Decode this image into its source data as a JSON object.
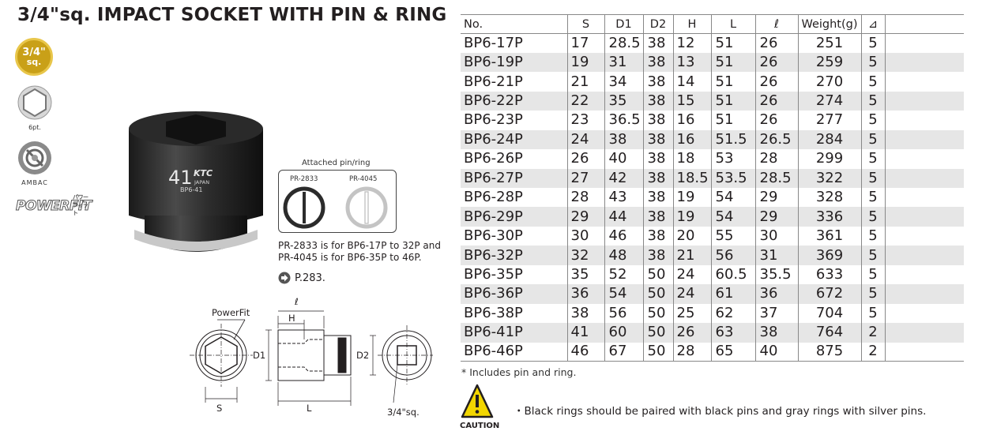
{
  "title": "3/4\"sq. IMPACT SOCKET WITH PIN & RING",
  "icons": {
    "badge_line1": "3/4\"",
    "badge_line2": "sq.",
    "hex_caption": "6pt.",
    "ambac_caption": "AMBAC",
    "powerfit_logo": "POWERFIT",
    "powerfit_sub": "パワーフィット"
  },
  "socket": {
    "size_mark": "41",
    "brand": "KTC",
    "country": "JAPAN",
    "model": "BP6-41"
  },
  "attached": {
    "label": "Attached pin/ring",
    "pin_black": "PR-2833",
    "pin_silver": "PR-4045",
    "note_line1": "PR-2833 is for BP6-17P to 32P and",
    "note_line2": "PR-4045 is for BP6-35P to 46P.",
    "page_ref": "P.283."
  },
  "drawing": {
    "powerfit": "PowerFit",
    "ell": "ℓ",
    "h": "H",
    "d1": "D1",
    "d2": "D2",
    "s": "S",
    "l": "L",
    "drive": "3/4\"sq."
  },
  "table": {
    "headers": [
      "No.",
      "S",
      "D1",
      "D2",
      "H",
      "L",
      "ℓ",
      "Weight(g)",
      "⊿"
    ],
    "rows": [
      [
        "BP6-17P",
        "17",
        "28.5",
        "38",
        "12",
        "51",
        "26",
        "251",
        "5"
      ],
      [
        "BP6-19P",
        "19",
        "31",
        "38",
        "13",
        "51",
        "26",
        "259",
        "5"
      ],
      [
        "BP6-21P",
        "21",
        "34",
        "38",
        "14",
        "51",
        "26",
        "270",
        "5"
      ],
      [
        "BP6-22P",
        "22",
        "35",
        "38",
        "15",
        "51",
        "26",
        "274",
        "5"
      ],
      [
        "BP6-23P",
        "23",
        "36.5",
        "38",
        "16",
        "51",
        "26",
        "277",
        "5"
      ],
      [
        "BP6-24P",
        "24",
        "38",
        "38",
        "16",
        "51.5",
        "26.5",
        "284",
        "5"
      ],
      [
        "BP6-26P",
        "26",
        "40",
        "38",
        "18",
        "53",
        "28",
        "299",
        "5"
      ],
      [
        "BP6-27P",
        "27",
        "42",
        "38",
        "18.5",
        "53.5",
        "28.5",
        "322",
        "5"
      ],
      [
        "BP6-28P",
        "28",
        "43",
        "38",
        "19",
        "54",
        "29",
        "328",
        "5"
      ],
      [
        "BP6-29P",
        "29",
        "44",
        "38",
        "19",
        "54",
        "29",
        "336",
        "5"
      ],
      [
        "BP6-30P",
        "30",
        "46",
        "38",
        "20",
        "55",
        "30",
        "361",
        "5"
      ],
      [
        "BP6-32P",
        "32",
        "48",
        "38",
        "21",
        "56",
        "31",
        "369",
        "5"
      ],
      [
        "BP6-35P",
        "35",
        "52",
        "50",
        "24",
        "60.5",
        "35.5",
        "633",
        "5"
      ],
      [
        "BP6-36P",
        "36",
        "54",
        "50",
        "24",
        "61",
        "36",
        "672",
        "5"
      ],
      [
        "BP6-38P",
        "38",
        "56",
        "50",
        "25",
        "62",
        "37",
        "704",
        "5"
      ],
      [
        "BP6-41P",
        "41",
        "60",
        "50",
        "26",
        "63",
        "38",
        "764",
        "2"
      ],
      [
        "BP6-46P",
        "46",
        "67",
        "50",
        "28",
        "65",
        "40",
        "875",
        "2"
      ]
    ]
  },
  "footnote": "* Includes pin and ring.",
  "caution": {
    "label": "CAUTION",
    "text": "・Black rings should be paired with black pins and gray rings with silver pins."
  }
}
